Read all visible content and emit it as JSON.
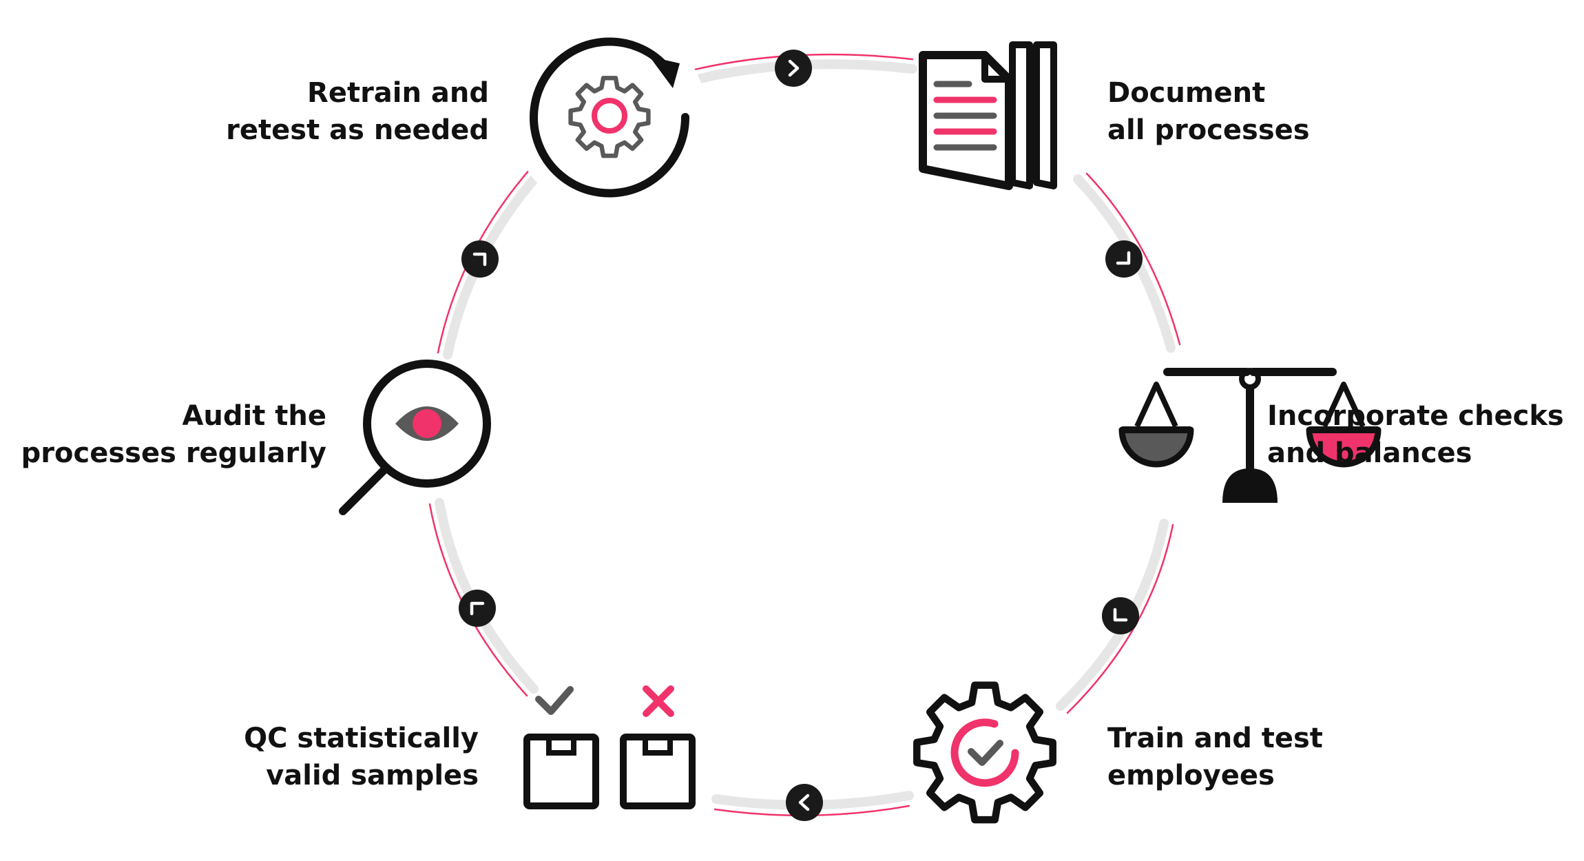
{
  "steps": [
    {
      "id": "retrain",
      "line1": "Retrain and",
      "line2": "retest as needed",
      "icon": "gear-refresh-icon"
    },
    {
      "id": "document",
      "line1": "Document",
      "line2": "all processes",
      "icon": "documents-icon"
    },
    {
      "id": "checks",
      "line1": "Incorporate checks",
      "line2": "and balances",
      "icon": "scales-icon"
    },
    {
      "id": "train",
      "line1": "Train and test",
      "line2": "employees",
      "icon": "gear-check-icon"
    },
    {
      "id": "qc",
      "line1": "QC statistically",
      "line2": "valid samples",
      "icon": "boxes-check-cross-icon"
    },
    {
      "id": "audit",
      "line1": "Audit the",
      "line2": "processes regularly",
      "icon": "magnifier-eye-icon"
    }
  ],
  "colors": {
    "accent": "#f0336a",
    "ring": "#e6e6e6",
    "ink": "#111111",
    "gray": "#595959"
  },
  "connectors": {
    "direction": "clockwise",
    "icon": "chevron-icon"
  }
}
